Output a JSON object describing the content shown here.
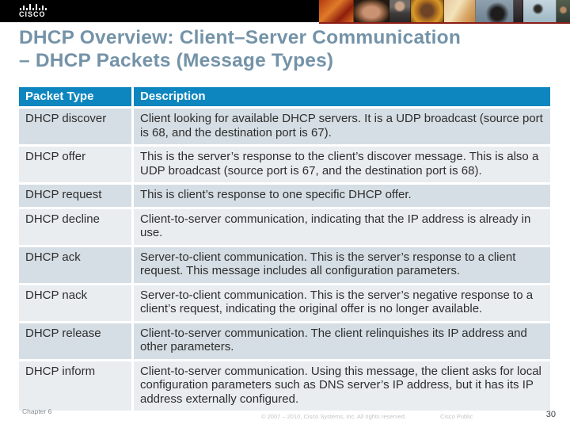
{
  "logo": {
    "brand": "CISCO"
  },
  "title": {
    "line1": "DHCP Overview: Client–Server Communication",
    "line2": "– DHCP Packets (Message Types)"
  },
  "table": {
    "headers": [
      "Packet Type",
      "Description"
    ],
    "rows": [
      {
        "type": "DHCP discover",
        "description": "Client looking for available DHCP servers. It is a UDP broadcast (source port is 68, and the destination port is 67)."
      },
      {
        "type": "DHCP offer",
        "description": "This is the server’s response to the client’s discover message. This is also a UDP broadcast (source port is 67, and the destination port is 68)."
      },
      {
        "type": "DHCP request",
        "description": "This is client’s response to one specific DHCP offer."
      },
      {
        "type": "DHCP decline",
        "description": "Client-to-server communication, indicating that the IP address is already in use."
      },
      {
        "type": "DHCP ack",
        "description": "Server-to-client communication. This is the server’s response to a client request. This message includes all configuration parameters."
      },
      {
        "type": "DHCP nack",
        "description": "Server-to-client communication. This is the server’s negative response to a client’s request, indicating the original offer is no longer available."
      },
      {
        "type": "DHCP release",
        "description": "Client-to-server communication. The client relinquishes its IP address and other parameters."
      },
      {
        "type": "DHCP inform",
        "description": "Client-to-server communication. Using this message, the client asks for local configuration parameters such as DNS server’s IP address, but it has its IP address externally configured."
      }
    ]
  },
  "footer": {
    "chapter": "Chapter 6",
    "copyright": "© 2007 – 2010, Cisco Systems, Inc. All rights reserved.",
    "classification": "Cisco Public",
    "page": "30"
  },
  "colors": {
    "header_blue": "#0D86BF",
    "row_dark": "#D5DEE4",
    "row_light": "#E9EDF0",
    "title_blue": "#7493A8",
    "accent_red": "#8C1D18"
  }
}
